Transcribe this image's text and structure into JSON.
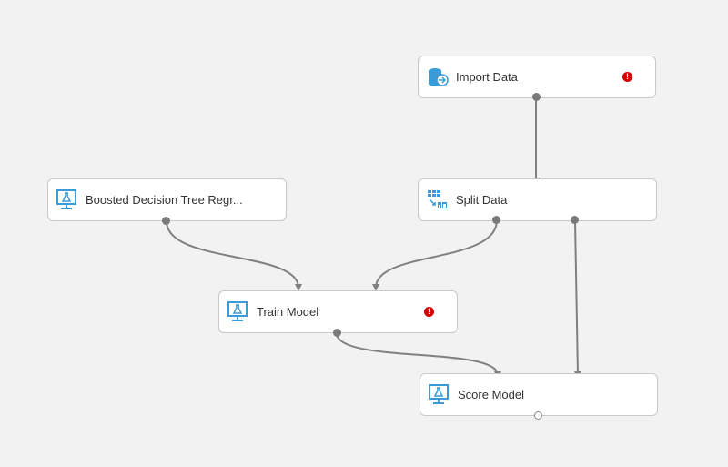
{
  "modules": {
    "import_data": {
      "label": "Import Data",
      "icon": "database-import-icon",
      "has_error": true
    },
    "split_data": {
      "label": "Split Data",
      "icon": "split-data-icon",
      "has_error": false
    },
    "boosted_tree": {
      "label": "Boosted Decision Tree Regr...",
      "icon": "flask-monitor-icon",
      "has_error": false
    },
    "train_model": {
      "label": "Train Model",
      "icon": "flask-monitor-icon",
      "has_error": true
    },
    "score_model": {
      "label": "Score Model",
      "icon": "flask-monitor-icon",
      "has_error": false
    }
  },
  "error_glyph": "!",
  "colors": {
    "canvas": "#f2f2f2",
    "node_border": "#c8c8c8",
    "connector": "#808080",
    "icon_blue": "#3a9bd9",
    "error_red": "#d40000"
  }
}
